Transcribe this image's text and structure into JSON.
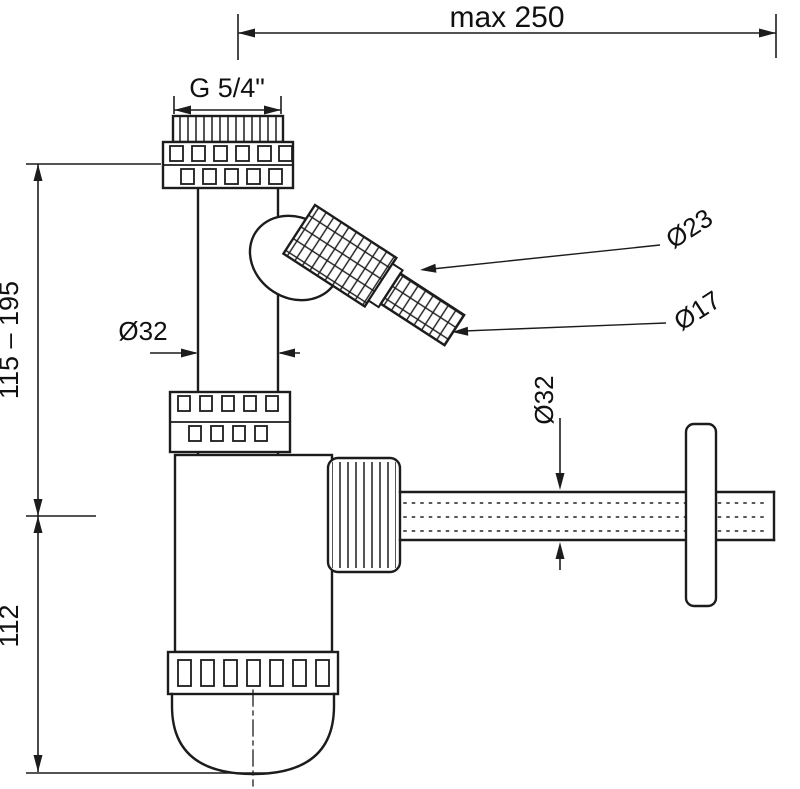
{
  "drawing_title": "Bottle trap siphon with appliance hose connection - dimensioned technical drawing",
  "labels": {
    "max_width": "max 250",
    "thread_size": "G 5/4\"",
    "inlet_height_range": "115 – 195",
    "trap_height": "112",
    "inlet_diameter": "Ø32",
    "hose_large_diameter": "Ø23",
    "hose_small_diameter": "Ø17",
    "outlet_diameter": "Ø32"
  },
  "colors": {
    "line": "#1c1c1c",
    "background": "#ffffff"
  }
}
